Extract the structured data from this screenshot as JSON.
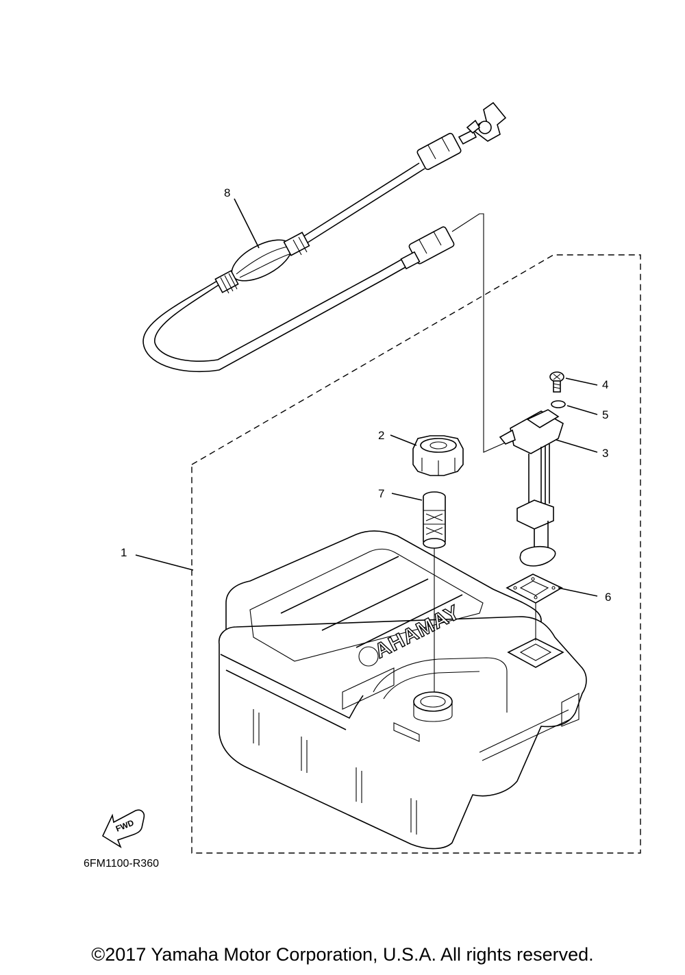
{
  "diagram": {
    "callouts": [
      {
        "id": "1",
        "label": "1"
      },
      {
        "id": "2",
        "label": "2"
      },
      {
        "id": "3",
        "label": "3"
      },
      {
        "id": "4",
        "label": "4"
      },
      {
        "id": "5",
        "label": "5"
      },
      {
        "id": "6",
        "label": "6"
      },
      {
        "id": "7",
        "label": "7"
      },
      {
        "id": "8",
        "label": "8"
      }
    ],
    "tank_brand": "YAMAHA",
    "fwd_label": "FWD",
    "diagram_code": "6FM1100-R360"
  },
  "footer": {
    "copyright": "©2017 Yamaha Motor Corporation, U.S.A. All rights reserved."
  }
}
